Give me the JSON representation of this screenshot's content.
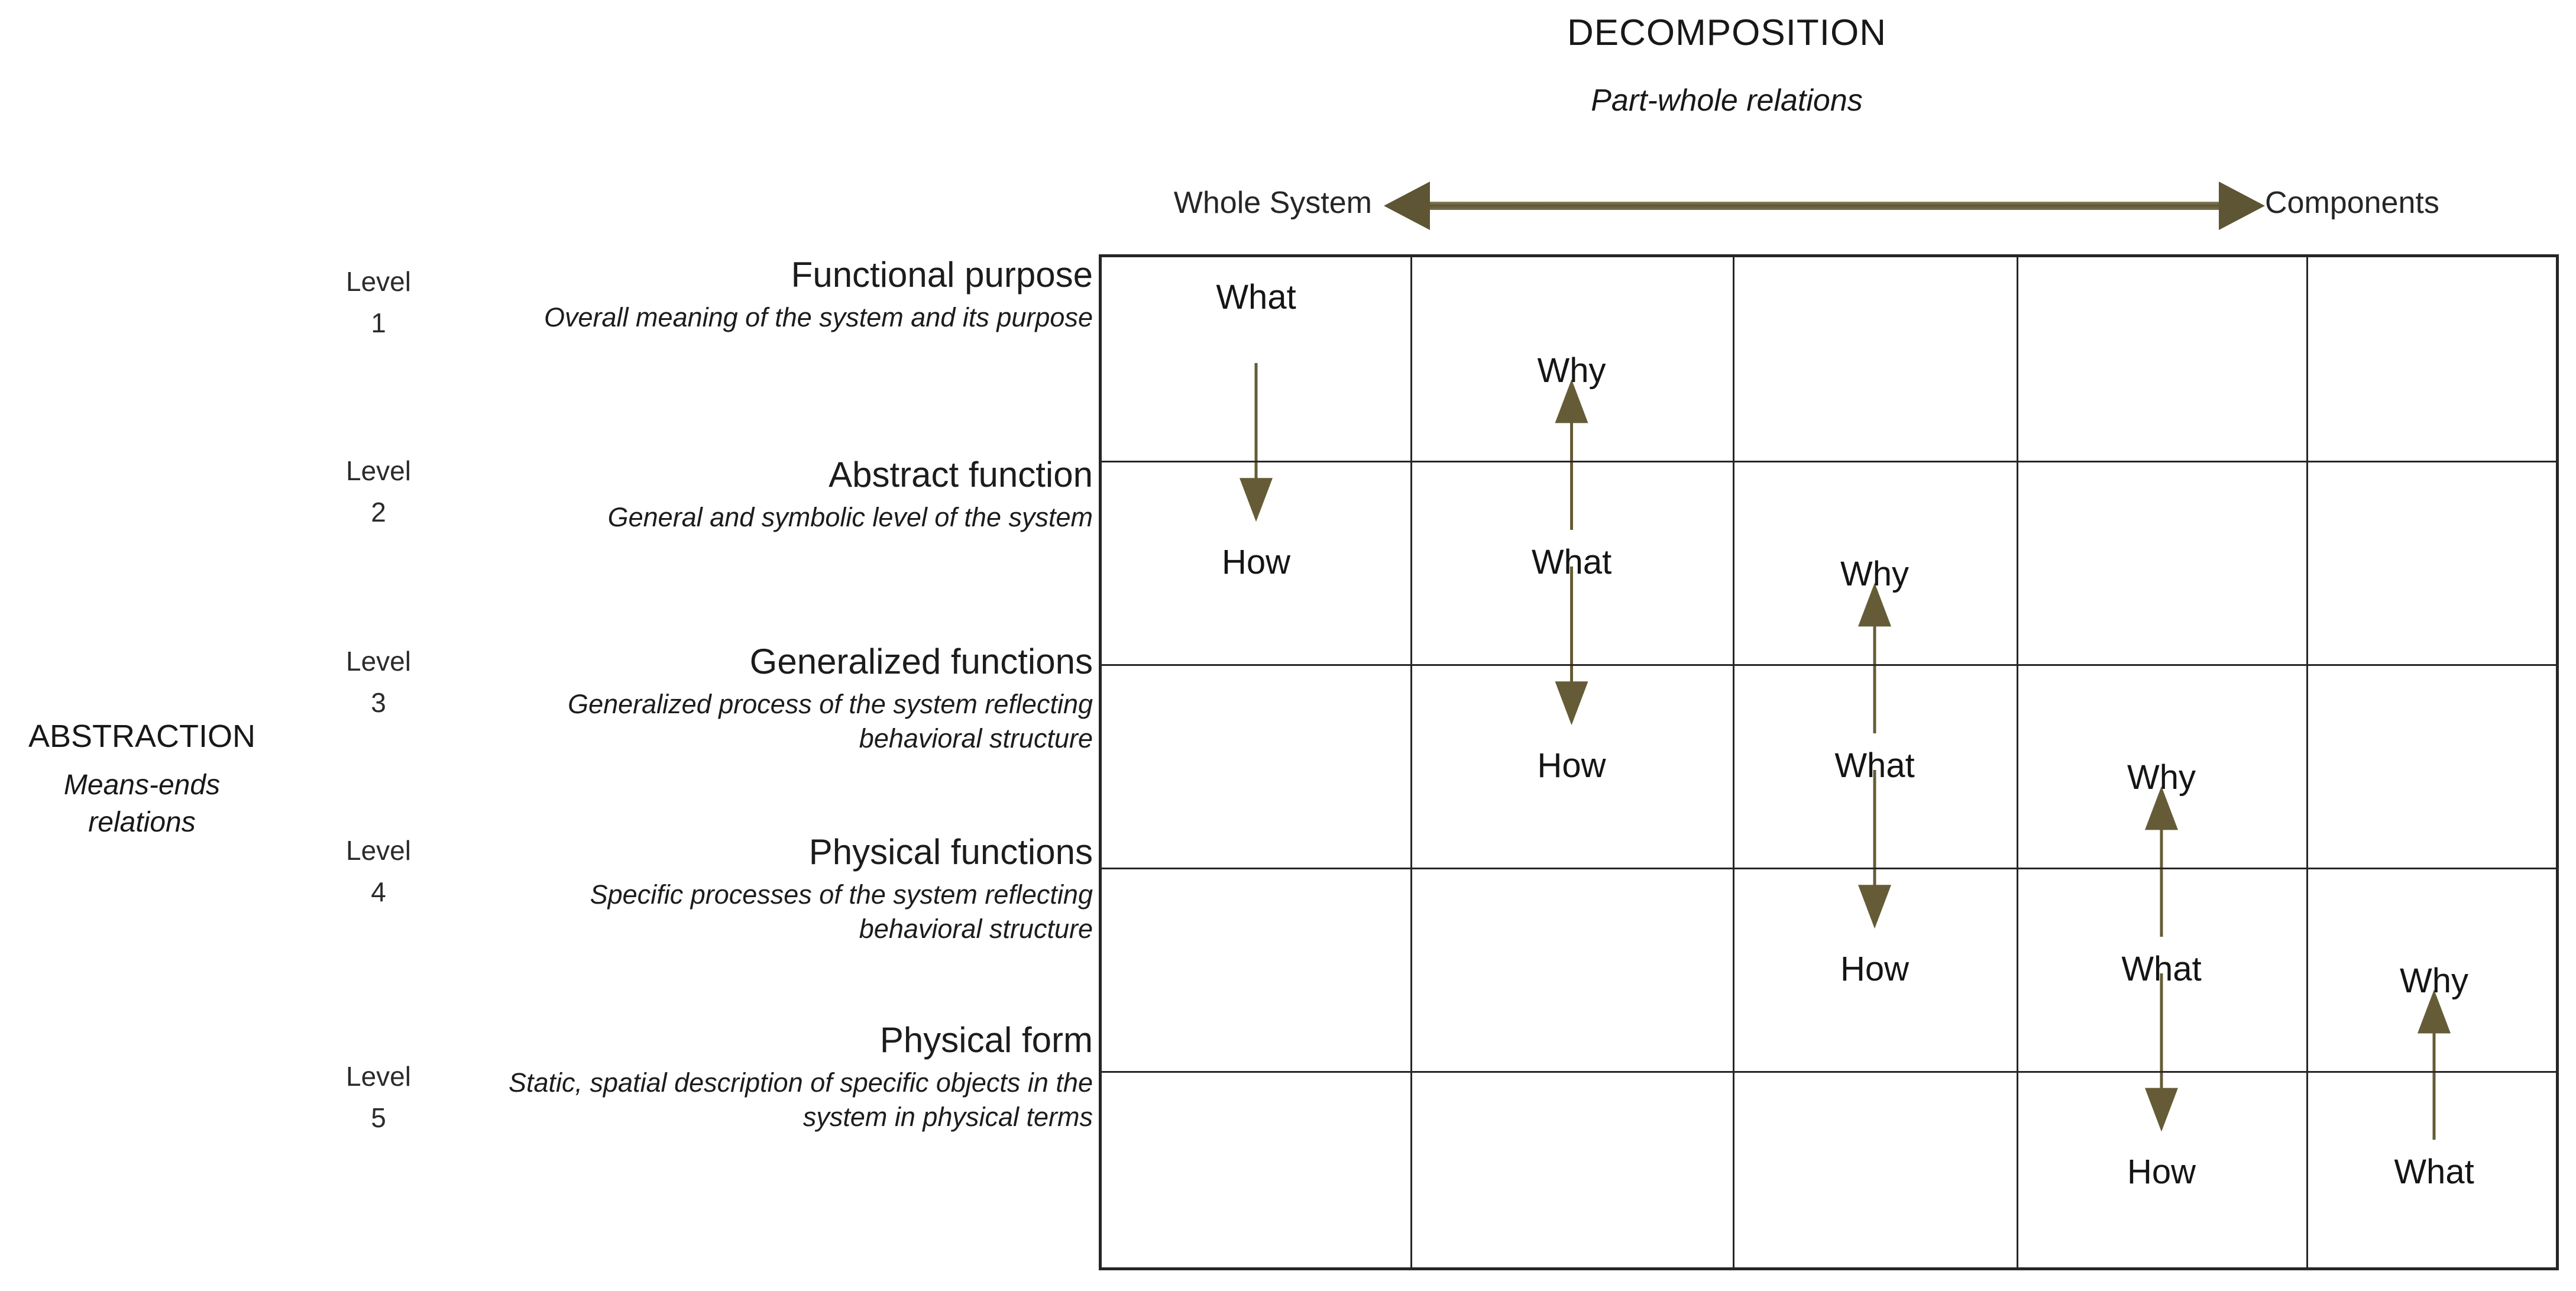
{
  "header": {
    "decomposition_title": "DECOMPOSITION",
    "decomposition_subtitle": "Part-whole relations",
    "axis_left_label": "Whole System",
    "axis_right_label": "Components"
  },
  "abstraction": {
    "title": "ABSTRACTION",
    "subtitle_line1": "Means-ends",
    "subtitle_line2": "relations"
  },
  "levels": [
    {
      "level_word": "Level",
      "level_number": "1",
      "name": "Functional purpose",
      "description": "Overall meaning of the system and its purpose"
    },
    {
      "level_word": "Level",
      "level_number": "2",
      "name": "Abstract function",
      "description": "General and symbolic level of the system"
    },
    {
      "level_word": "Level",
      "level_number": "3",
      "name": "Generalized functions",
      "description": "Generalized process of the system reflecting behavioral structure"
    },
    {
      "level_word": "Level",
      "level_number": "4",
      "name": "Physical functions",
      "description": "Specific processes of the system reflecting behavioral structure"
    },
    {
      "level_word": "Level",
      "level_number": "5",
      "name": "Physical form",
      "description": "Static, spatial description of specific objects in the system in physical terms"
    }
  ],
  "matrix": {
    "rows": 5,
    "columns": 5,
    "arrow_color": "#655C37",
    "grid_line_color": "#262626",
    "cells": [
      {
        "col": 1,
        "row": 1,
        "label": "What",
        "pos": "top"
      },
      {
        "col": 1,
        "row": 2,
        "label": "How",
        "pos": "mid"
      },
      {
        "col": 2,
        "row": 1,
        "label": "Why",
        "pos": "low"
      },
      {
        "col": 2,
        "row": 2,
        "label": "What",
        "pos": "mid"
      },
      {
        "col": 2,
        "row": 3,
        "label": "How",
        "pos": "mid"
      },
      {
        "col": 3,
        "row": 2,
        "label": "Why",
        "pos": "low"
      },
      {
        "col": 3,
        "row": 3,
        "label": "What",
        "pos": "mid"
      },
      {
        "col": 3,
        "row": 4,
        "label": "How",
        "pos": "mid"
      },
      {
        "col": 4,
        "row": 3,
        "label": "Why",
        "pos": "low"
      },
      {
        "col": 4,
        "row": 4,
        "label": "What",
        "pos": "mid"
      },
      {
        "col": 4,
        "row": 5,
        "label": "How",
        "pos": "mid"
      },
      {
        "col": 5,
        "row": 4,
        "label": "Why",
        "pos": "low"
      },
      {
        "col": 5,
        "row": 5,
        "label": "What",
        "pos": "mid"
      }
    ],
    "arrows": [
      {
        "col": 1,
        "direction": "down",
        "from_row": 1,
        "to_row": 2
      },
      {
        "col": 2,
        "direction": "up",
        "from_row": 2,
        "to_row": 1
      },
      {
        "col": 2,
        "direction": "down",
        "from_row": 2,
        "to_row": 3
      },
      {
        "col": 3,
        "direction": "up",
        "from_row": 3,
        "to_row": 2
      },
      {
        "col": 3,
        "direction": "down",
        "from_row": 3,
        "to_row": 4
      },
      {
        "col": 4,
        "direction": "up",
        "from_row": 4,
        "to_row": 3
      },
      {
        "col": 4,
        "direction": "down",
        "from_row": 4,
        "to_row": 5
      },
      {
        "col": 5,
        "direction": "up",
        "from_row": 5,
        "to_row": 4
      }
    ]
  }
}
